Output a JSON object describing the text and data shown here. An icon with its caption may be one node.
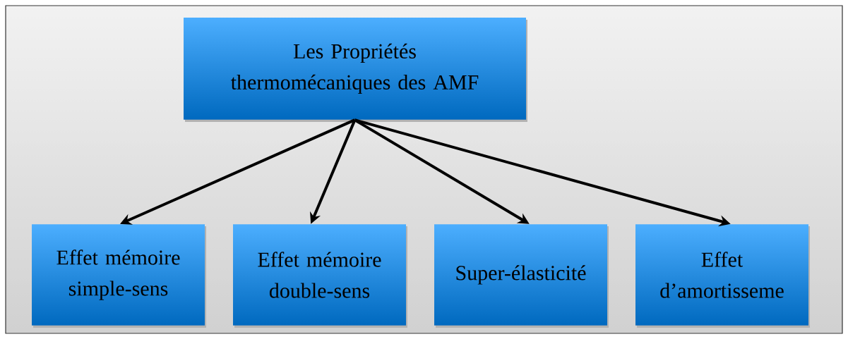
{
  "diagram": {
    "nodes": [
      {
        "text": [
          "Les Propriétés thermomécaniques des AMF"
        ]
      },
      {
        "text": [
          "Effet mémoire simple-sens"
        ]
      },
      {
        "text": [
          "Effet mémoire double-sens"
        ]
      },
      {
        "text": [
          "Super-élasticité"
        ]
      },
      {
        "text": [
          "Effet d’amortisseme"
        ]
      }
    ],
    "edges": [
      {
        "from": 0,
        "to": 1,
        "arrow": "to"
      },
      {
        "from": 0,
        "to": 2,
        "arrow": "to"
      },
      {
        "from": 0,
        "to": 3,
        "arrow": "to"
      },
      {
        "from": 0,
        "to": 4,
        "arrow": "to"
      }
    ]
  }
}
